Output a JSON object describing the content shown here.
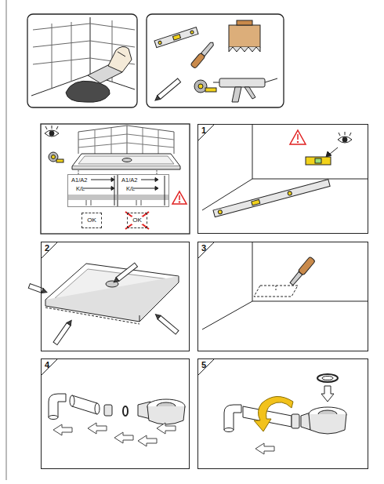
{
  "diagram": {
    "nodes": [
      {
        "text": [
          "A1/A2",
          "K/L"
        ]
      },
      {
        "text": [
          "OK"
        ]
      },
      {
        "text": [
          "A1/A2",
          "K/L"
        ]
      },
      {
        "text": [
          "OK"
        ]
      },
      {
        "text": [
          "1"
        ]
      },
      {
        "text": [
          "2"
        ]
      },
      {
        "text": [
          "3"
        ]
      },
      {
        "text": [
          "4"
        ]
      },
      {
        "text": [
          "5"
        ]
      }
    ]
  }
}
